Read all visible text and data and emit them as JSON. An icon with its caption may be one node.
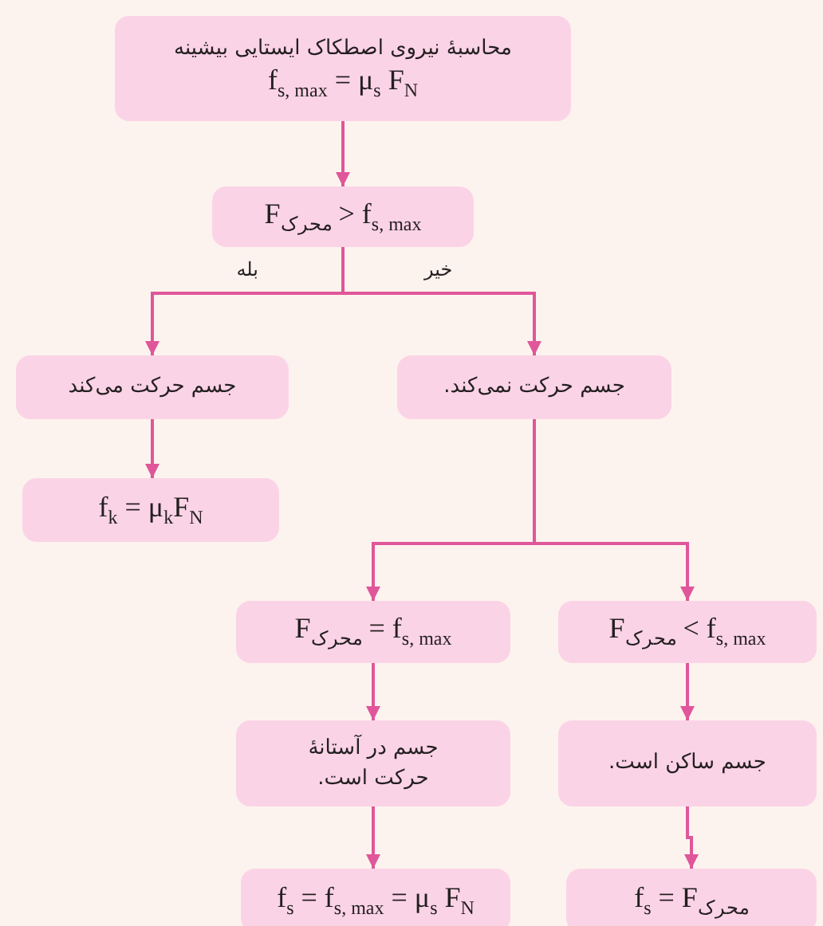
{
  "diagram": {
    "nodes": [
      {
        "text": [
          "محاسبهٔ نیروی اصطکاک ایستایی بیشینه",
          "f$_{s, max}$ = μ$_{s}$ F$_{N}$"
        ]
      },
      {
        "text": [
          "F$_{محرک}$ > f$_{s, max}$"
        ]
      },
      {
        "text": [
          "جسم حرکت می‌کند"
        ]
      },
      {
        "text": [
          "جسم حرکت نمی‌کند."
        ]
      },
      {
        "text": [
          "f$_{k}$ = μ$_{k}$F$_{N}$"
        ]
      },
      {
        "text": [
          "F$_{محرک}$ = f$_{s, max}$"
        ]
      },
      {
        "text": [
          "F$_{محرک}$ < f$_{s, max}$"
        ]
      },
      {
        "text": [
          "جسم در آستانهٔ حرکت است."
        ]
      },
      {
        "text": [
          "جسم ساکن است."
        ]
      },
      {
        "text": [
          "f$_{s}$ = f$_{s, max}$ = μ$_{s}$ F$_{N}$"
        ]
      },
      {
        "text": [
          "f$_{s}$ = F$_{محرک}$"
        ]
      }
    ],
    "edges": [
      {
        "from": 0,
        "to": 1,
        "arrow": "to"
      },
      {
        "from": 1,
        "to": 2,
        "arrow": "to",
        "label": "بله"
      },
      {
        "from": 1,
        "to": 3,
        "arrow": "to",
        "label": "خیر"
      },
      {
        "from": 2,
        "to": 4,
        "arrow": "to"
      },
      {
        "from": 3,
        "to": 5,
        "arrow": "to"
      },
      {
        "from": 3,
        "to": 6,
        "arrow": "to"
      },
      {
        "from": 5,
        "to": 7,
        "arrow": "to"
      },
      {
        "from": 6,
        "to": 8,
        "arrow": "to"
      },
      {
        "from": 7,
        "to": 9,
        "arrow": "to"
      },
      {
        "from": 8,
        "to": 10,
        "arrow": "to"
      }
    ]
  }
}
